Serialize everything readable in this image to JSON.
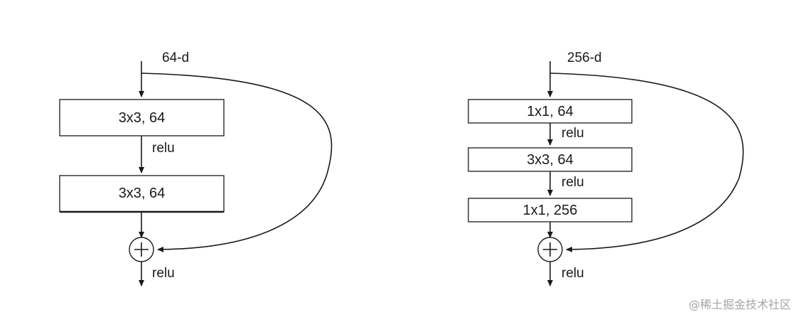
{
  "left_block": {
    "input_label": "64-d",
    "layer1_label": "3x3, 64",
    "relu1_label": "relu",
    "layer2_label": "3x3, 64",
    "out_relu_label": "relu"
  },
  "right_block": {
    "input_label": "256-d",
    "layer1_label": "1x1, 64",
    "relu1_label": "relu",
    "layer2_label": "3x3, 64",
    "relu2_label": "relu",
    "layer3_label": "1x1, 256",
    "out_relu_label": "relu"
  },
  "watermark": "@稀土掘金技术社区"
}
